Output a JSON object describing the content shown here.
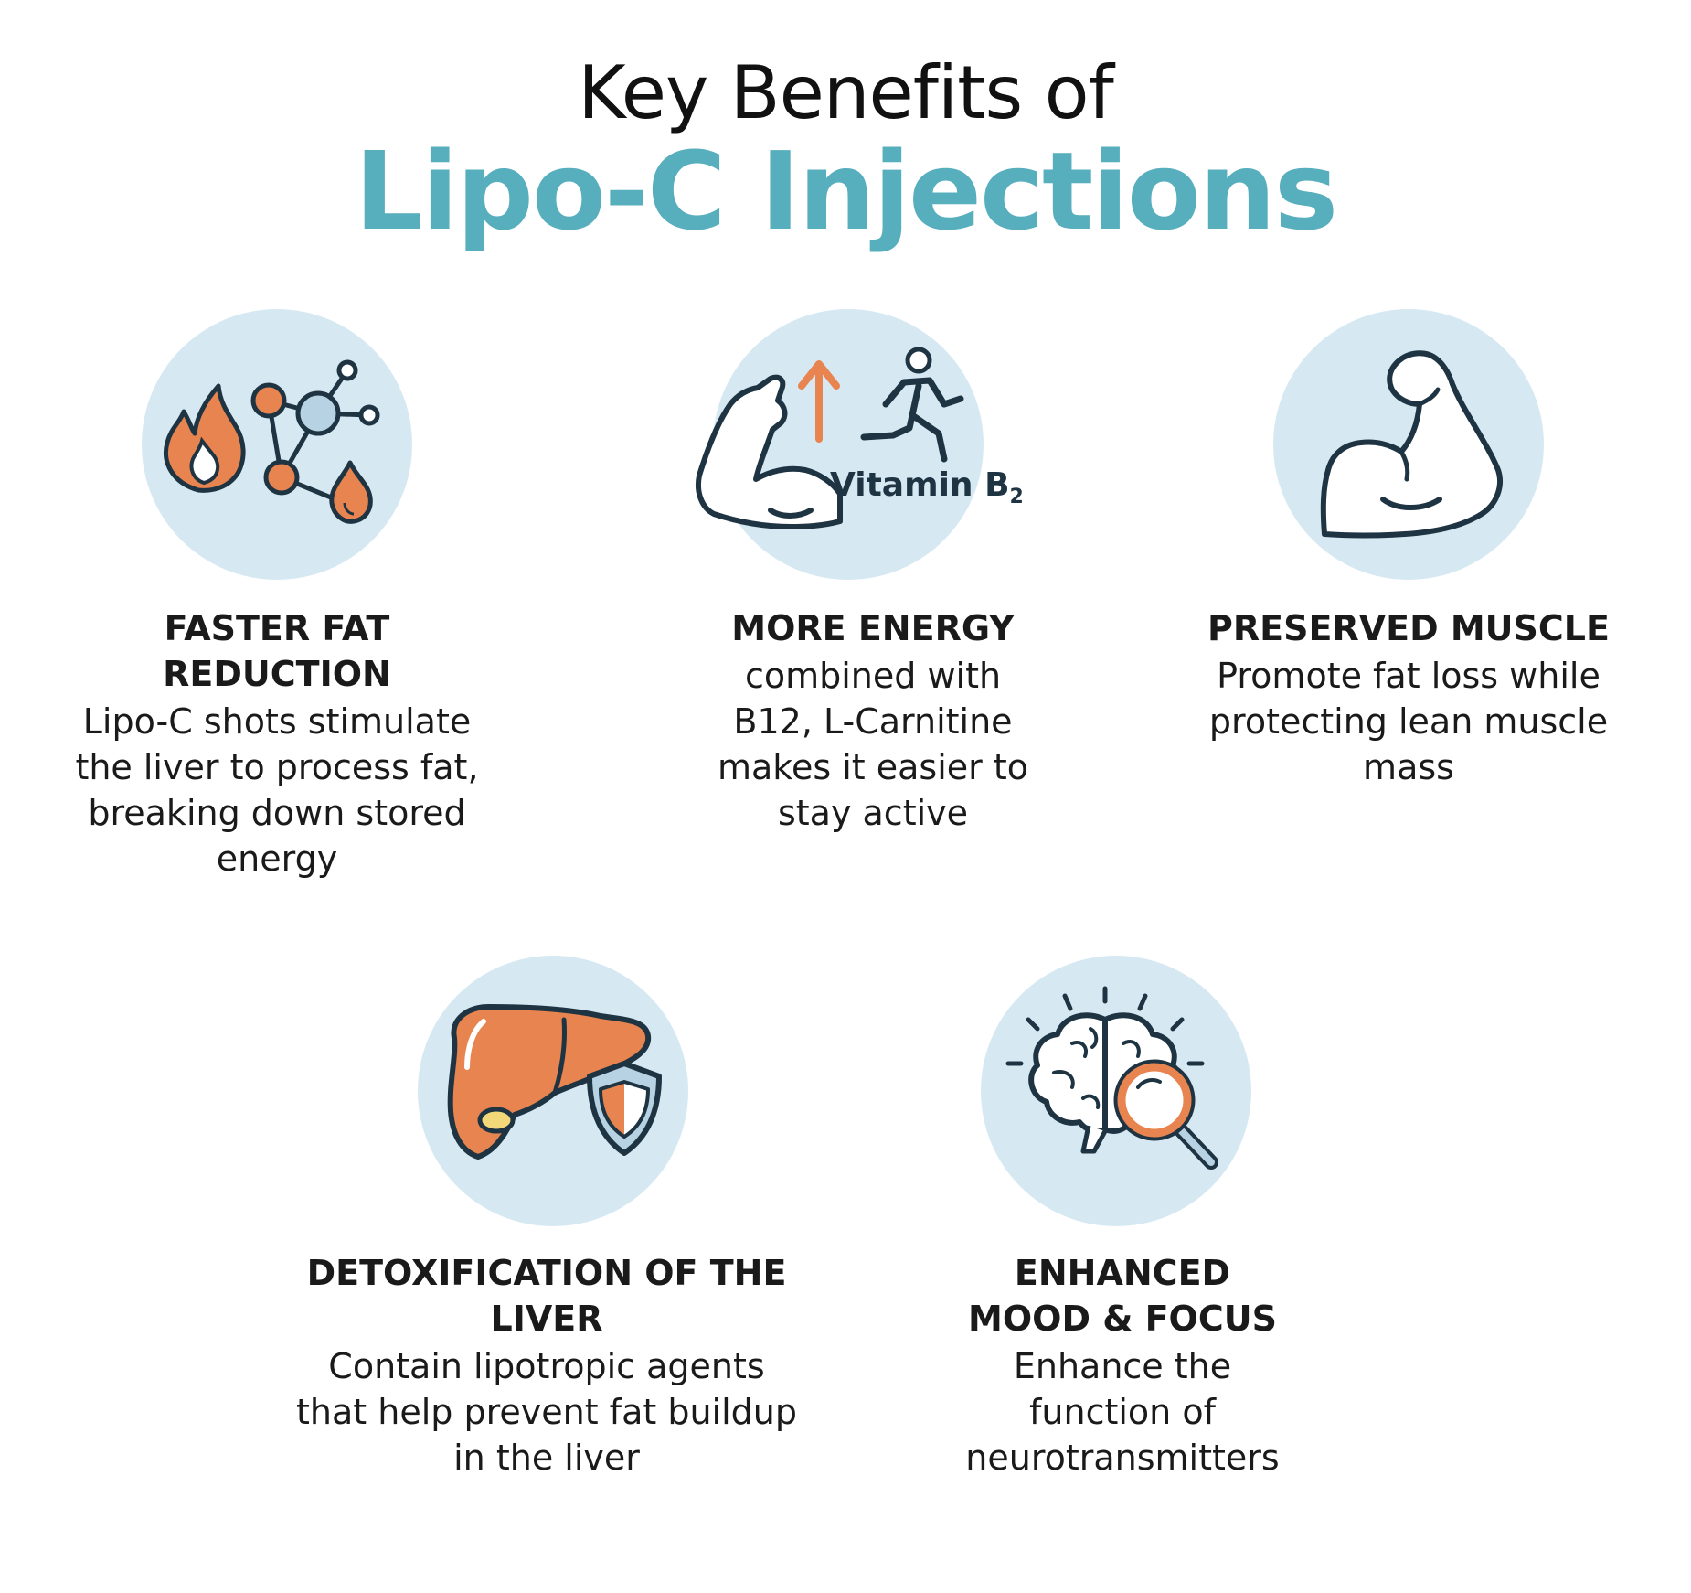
{
  "header": {
    "title_line1": "Key Benefits of",
    "title_line2": "Lipo-C Injections"
  },
  "colors": {
    "accent_teal": "#57aebd",
    "circle_bg": "#d6e9f3",
    "orange": "#e8844f",
    "navy_stroke": "#1f3443"
  },
  "benefits": [
    {
      "icon": "fat-burning-molecule-icon",
      "title": "FASTER FAT REDUCTION",
      "title_lines": [
        "FASTER FAT",
        "REDUCTION"
      ],
      "description_lines": [
        "Lipo-C shots stimulate",
        "the liver to process fat,",
        "breaking down stored",
        "energy"
      ]
    },
    {
      "icon": "flexed-arm-runner-icon",
      "icon_label": "Vitamin B",
      "icon_label_sub": "2",
      "title": "MORE ENERGY",
      "title_lines": [
        "MORE ENERGY"
      ],
      "description_lines": [
        "combined with",
        "B12, L-Carnitine",
        "makes it easier to",
        "stay active"
      ]
    },
    {
      "icon": "flexed-bicep-icon",
      "title": "PRESERVED MUSCLE",
      "title_lines": [
        "PRESERVED MUSCLE"
      ],
      "description_lines": [
        "Promote fat loss while",
        "protecting lean muscle",
        "mass"
      ]
    },
    {
      "icon": "liver-shield-icon",
      "title": "DETOXIFICATION OF THE LIVER",
      "title_lines": [
        "DETOXIFICATION OF THE",
        "LIVER"
      ],
      "description_lines": [
        "Contain lipotropic agents",
        "that help prevent fat buildup",
        "in the liver"
      ]
    },
    {
      "icon": "brain-magnifier-icon",
      "title": "ENHANCED MOOD & FOCUS",
      "title_lines": [
        "ENHANCED",
        "MOOD & FOCUS"
      ],
      "description_lines": [
        "Enhance the",
        "function of",
        "neurotransmitters"
      ]
    }
  ]
}
